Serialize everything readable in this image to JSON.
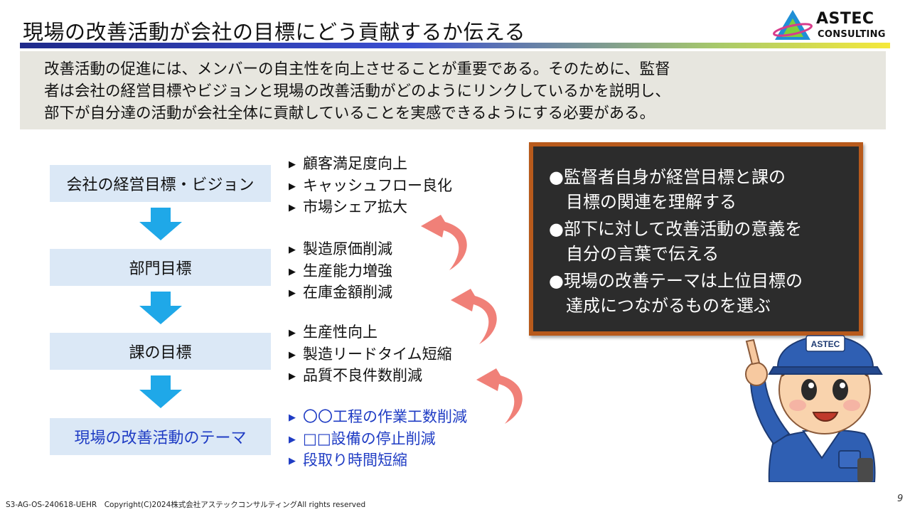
{
  "header": {
    "title": "現場の改善活動が会社の目標にどう貢献するか伝える"
  },
  "logo": {
    "name": "ASTEC",
    "sub": "CONSULTING"
  },
  "intro": {
    "text": "改善活動の促進には、メンバーの自主性を向上させることが重要である。そのために、監督\n者は会社の経営目標やビジョンと現場の改善活動がどのようにリンクしているかを説明し、\n部下が自分達の活動が会社全体に貢献していることを実感できるようにする必要がある。"
  },
  "levels": [
    {
      "label": "会社の経営目標・ビジョン",
      "items": [
        "顧客満足度向上",
        "キャッシュフロー良化",
        "市場シェア拡大"
      ]
    },
    {
      "label": "部門目標",
      "items": [
        "製造原価削減",
        "生産能力増強",
        "在庫金額削減"
      ]
    },
    {
      "label": "課の目標",
      "items": [
        "生産性向上",
        "製造リードタイム短縮",
        "品質不良件数削減"
      ]
    },
    {
      "label": "現場の改善活動のテーマ",
      "items": [
        "〇〇工程の作業工数削減",
        "□□設備の停止削減",
        "段取り時間短縮"
      ]
    }
  ],
  "bullet_marker": "▶",
  "board": {
    "points": [
      "●監督者自身が経営目標と課の\n目標の関連を理解する",
      "●部下に対して改善活動の意義を\n自分の言葉で伝える",
      "●現場の改善テーマは上位目標の\n達成につながるものを選ぶ"
    ]
  },
  "mascot": {
    "cap_text": "ASTEC"
  },
  "footer": {
    "text": "S3-AG-OS-240618-UEHR　Copyright(C)2024株式会社アステックコンサルティングAll rights reserved",
    "page": "9"
  },
  "colors": {
    "box_fill": "#dbe8f6",
    "arrow_blue": "#1fa8e8",
    "curve_arrow": "#f08078",
    "board_bg": "#2c2c2c",
    "board_frame": "#b85a1c",
    "theme_text": "#1f3cc4"
  }
}
